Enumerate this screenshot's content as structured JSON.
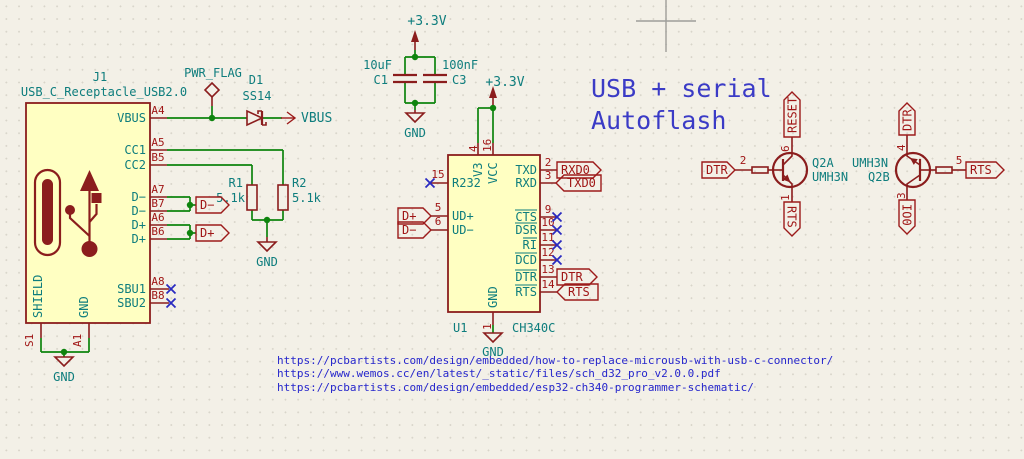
{
  "colors": {
    "background": "#f3f0e7",
    "symbol_outline": "#8b1d1d",
    "pin_number_red": "#a01616",
    "text_teal": "#0e7d7d",
    "wire_green": "#0e840e",
    "noconnect_blue": "#2a2ac0",
    "symbol_fill_yellow": "#ffffc2",
    "note_blue": "#3b3bc6",
    "link_blue": "#2626cc"
  },
  "title": {
    "line1": "USB + serial",
    "line2": "Autoflash"
  },
  "links": {
    "url1": "https://pcbartists.com/design/embedded/how-to-replace-microusb-with-usb-c-connector/",
    "url2": "https://www.wemos.cc/en/latest/_static/files/sch_d32_pro_v2.0.0.pdf",
    "url3": "https://pcbartists.com/design/embedded/esp32-ch340-programmer-schematic/"
  },
  "connector": {
    "ref": "J1",
    "value": "USB_C_Receptacle_USB2.0",
    "pins": {
      "vbus": {
        "num": "A4",
        "name": "VBUS"
      },
      "cc1": {
        "num": "A5",
        "name": "CC1"
      },
      "cc2": {
        "num": "B5",
        "name": "CC2"
      },
      "dm_a": {
        "num": "A7",
        "name": "D−"
      },
      "dm_b": {
        "num": "B7",
        "name": "D−"
      },
      "dp_a": {
        "num": "A6",
        "name": "D+"
      },
      "dp_b": {
        "num": "B6",
        "name": "D+"
      },
      "sbu1": {
        "num": "A8",
        "name": "SBU1"
      },
      "sbu2": {
        "num": "B8",
        "name": "SBU2"
      },
      "shield": {
        "num": "S1",
        "name": "SHIELD"
      },
      "gnd": {
        "num": "A1",
        "name": "GND"
      }
    }
  },
  "power": {
    "pwr_flag": "PWR_FLAG",
    "v33": "+3.3V",
    "gnd": "GND"
  },
  "nets": {
    "vbus": "VBUS",
    "d_plus": "D+",
    "d_minus": "D−",
    "rxd0": "RXD0",
    "txd0": "TXD0",
    "dtr": "DTR",
    "rts": "RTS",
    "reset": "RESET",
    "io0": "IO0"
  },
  "diode": {
    "ref": "D1",
    "value": "SS14"
  },
  "resistors": {
    "r1": {
      "ref": "R1",
      "value": "5.1k"
    },
    "r2": {
      "ref": "R2",
      "value": "5.1k"
    }
  },
  "capacitors": {
    "c1": {
      "ref": "C1",
      "value": "10uF"
    },
    "c3": {
      "ref": "C3",
      "value": "100nF"
    }
  },
  "ic": {
    "ref": "U1",
    "value": "CH340C",
    "pins": {
      "r232": {
        "num": "15",
        "name": "R232"
      },
      "ud_plus": {
        "num": "5",
        "name": "UD+"
      },
      "ud_minus": {
        "num": "6",
        "name": "UD−"
      },
      "v3": {
        "num": "4",
        "name": "V3"
      },
      "vcc": {
        "num": "16",
        "name": "VCC"
      },
      "txd": {
        "num": "2",
        "name": "TXD"
      },
      "rxd": {
        "num": "3",
        "name": "RXD"
      },
      "cts": {
        "num": "9",
        "name": "CTS"
      },
      "dsr": {
        "num": "10",
        "name": "DSR"
      },
      "ri": {
        "num": "11",
        "name": "RI"
      },
      "dcd": {
        "num": "12",
        "name": "DCD"
      },
      "dtr": {
        "num": "13",
        "name": "DTR"
      },
      "rts": {
        "num": "14",
        "name": "RTS"
      },
      "gnd": {
        "num": "1",
        "name": "GND"
      }
    }
  },
  "transistors": {
    "q2a": {
      "ref": "Q2A",
      "value": "UMH3N",
      "base_pin": "2",
      "top_pin": "6",
      "bottom_pin": "1"
    },
    "q2b": {
      "ref": "Q2B",
      "value": "UMH3N",
      "base_pin": "5",
      "top_pin": "4",
      "bottom_pin": "3"
    }
  }
}
